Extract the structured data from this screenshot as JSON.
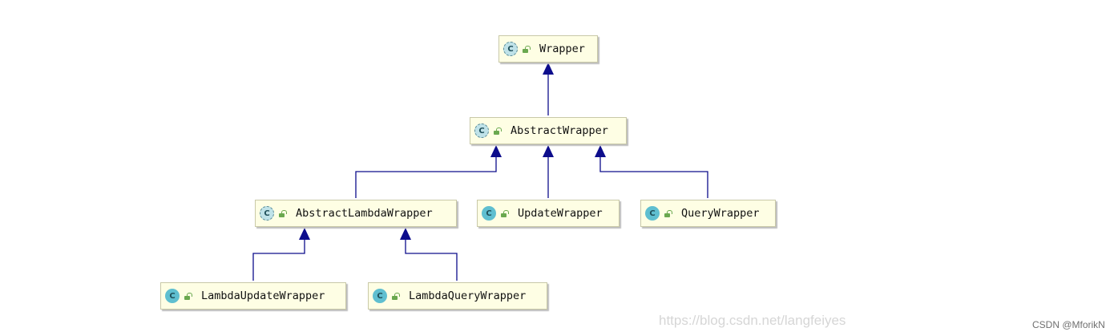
{
  "nodes": {
    "wrapper": {
      "label": "Wrapper",
      "icon": "abstract-class-icon",
      "badge": "C"
    },
    "abstract_wrapper": {
      "label": "AbstractWrapper",
      "icon": "abstract-class-icon",
      "badge": "C"
    },
    "abstract_lambda_wrapper": {
      "label": "AbstractLambdaWrapper",
      "icon": "abstract-class-icon",
      "badge": "C"
    },
    "update_wrapper": {
      "label": "UpdateWrapper",
      "icon": "class-icon",
      "badge": "C"
    },
    "query_wrapper": {
      "label": "QueryWrapper",
      "icon": "class-icon",
      "badge": "C"
    },
    "lambda_update_wrapper": {
      "label": "LambdaUpdateWrapper",
      "icon": "class-icon",
      "badge": "C"
    },
    "lambda_query_wrapper": {
      "label": "LambdaQueryWrapper",
      "icon": "class-icon",
      "badge": "C"
    }
  },
  "edges": [
    {
      "from": "abstract_wrapper",
      "to": "wrapper"
    },
    {
      "from": "abstract_lambda_wrapper",
      "to": "abstract_wrapper"
    },
    {
      "from": "update_wrapper",
      "to": "abstract_wrapper"
    },
    {
      "from": "query_wrapper",
      "to": "abstract_wrapper"
    },
    {
      "from": "lambda_update_wrapper",
      "to": "abstract_lambda_wrapper"
    },
    {
      "from": "lambda_query_wrapper",
      "to": "abstract_lambda_wrapper"
    }
  ],
  "colors": {
    "edge": "#0d0d8c",
    "node_fill": "#fefee4",
    "badge": "#5fbfd0",
    "lock": "#6aa84f"
  },
  "watermark": "https://blog.csdn.net/langfeiyes",
  "credit": "CSDN @MforikN"
}
